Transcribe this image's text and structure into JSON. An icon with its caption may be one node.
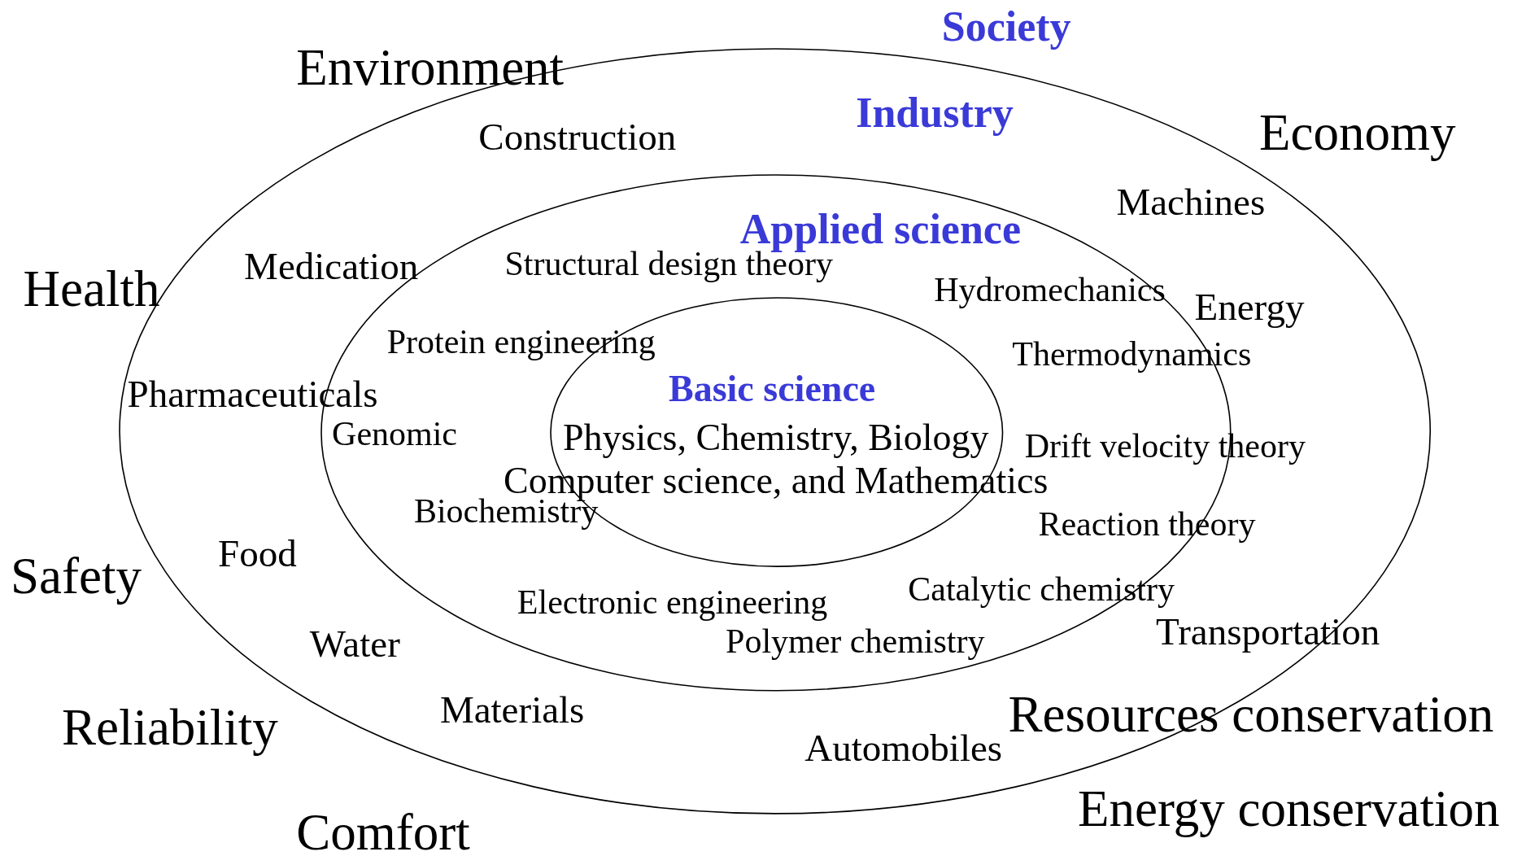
{
  "diagram": {
    "nodes": [
      {
        "text": [
          "Industry"
        ]
      },
      {
        "text": [
          "Applied science"
        ],
        "in": 0
      },
      {
        "text": [
          "Basic science",
          "Physics, Chemistry, Biology Computer science, and Mathematics"
        ],
        "in": 1
      }
    ],
    "labels": [
      "Society",
      "Environment",
      "Construction",
      "Economy",
      "Machines",
      "Health",
      "Medication",
      "Structural design theory",
      "Hydromechanics",
      "Energy",
      "Protein engineering",
      "Thermodynamics",
      "Pharmaceuticals",
      "Genomic",
      "Drift velocity theory",
      "Biochemistry",
      "Reaction theory",
      "Safety",
      "Food",
      "Catalytic chemistry",
      "Electronic engineering",
      "Water",
      "Polymer chemistry",
      "Transportation",
      "Reliability",
      "Materials",
      "Resources conservation",
      "Automobiles",
      "Comfort",
      "Energy conservation"
    ]
  }
}
